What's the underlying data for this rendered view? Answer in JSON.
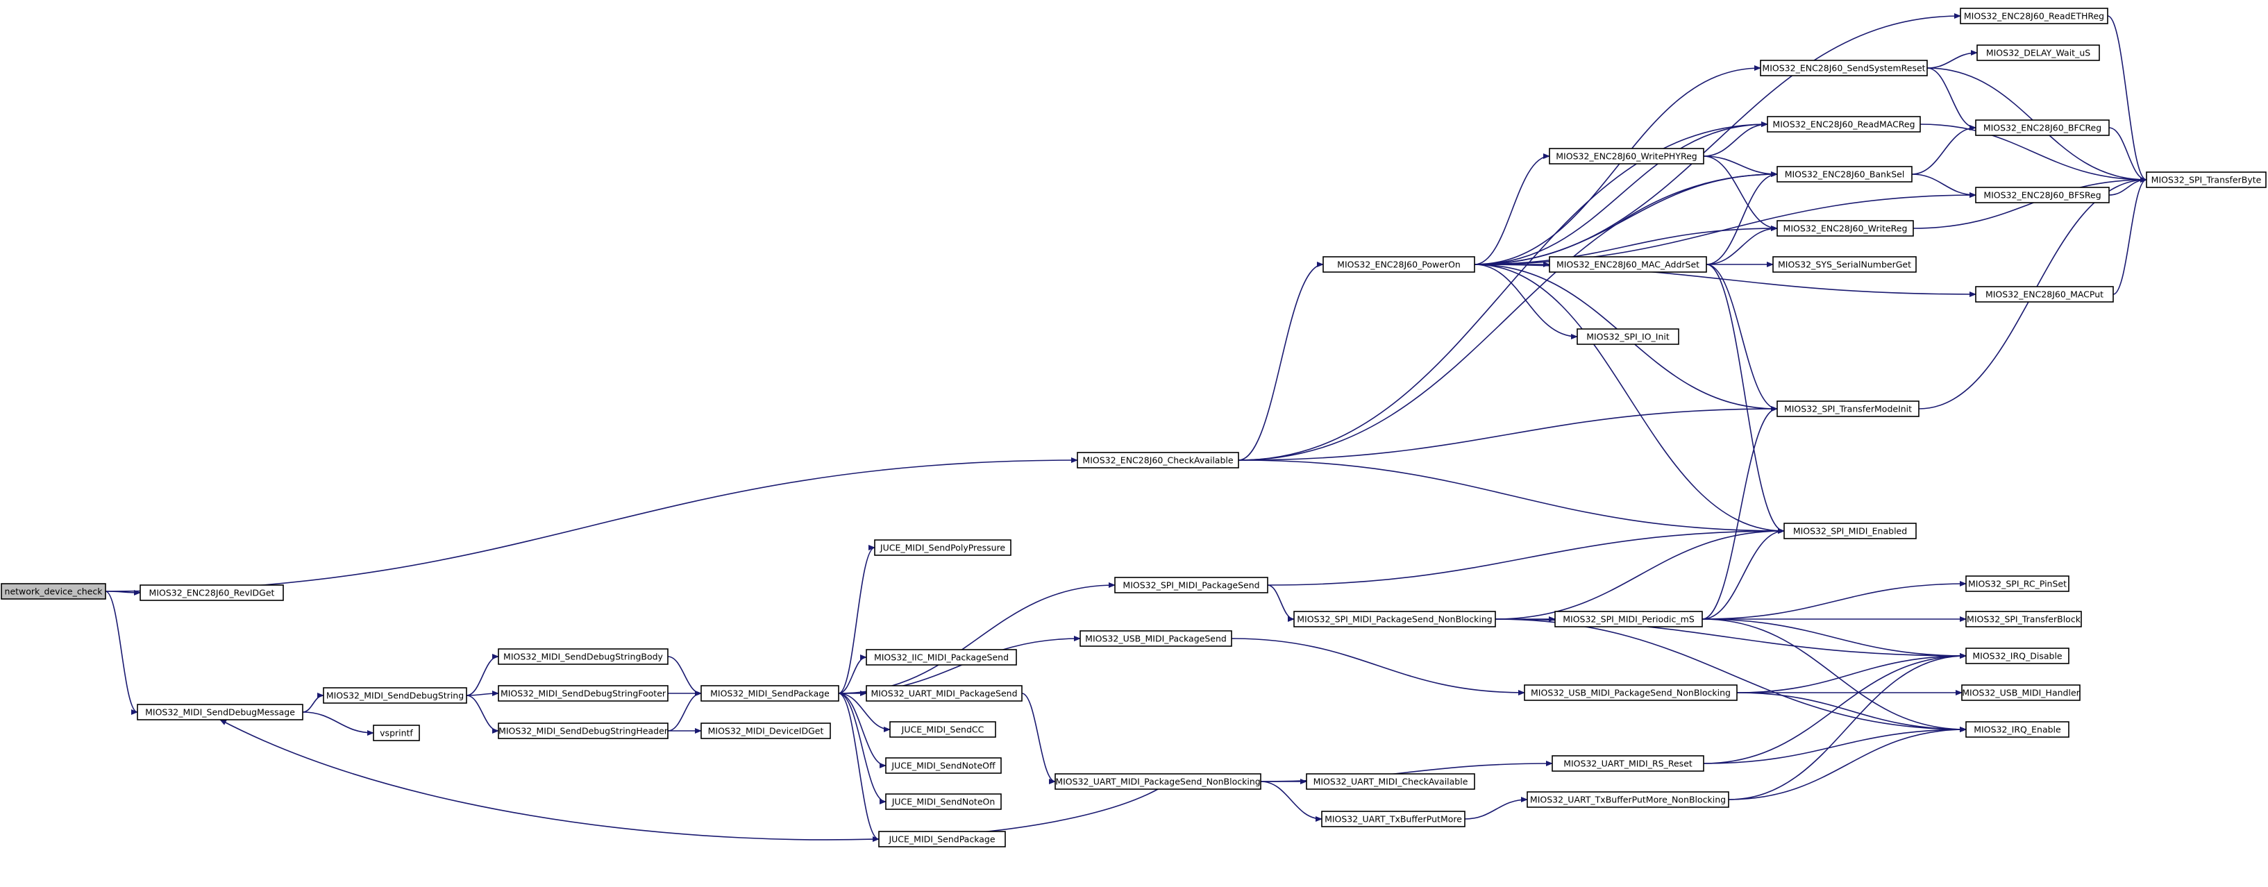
{
  "colors": {
    "edge": "#191970",
    "root_fill": "#bfbfbf",
    "node_fill": "#ffffff",
    "node_border": "#000000"
  },
  "nodes": {
    "network_device_check": "network_device_check",
    "rev_id_get": "MIOS32_ENC28J60_RevIDGet",
    "send_debug_message": "MIOS32_MIDI_SendDebugMessage",
    "send_debug_string": "MIOS32_MIDI_SendDebugString",
    "vsprintf": "vsprintf",
    "send_debug_string_body": "MIOS32_MIDI_SendDebugStringBody",
    "send_debug_string_footer": "MIOS32_MIDI_SendDebugStringFooter",
    "send_debug_string_header": "MIOS32_MIDI_SendDebugStringHeader",
    "send_package": "MIOS32_MIDI_SendPackage",
    "device_id_get": "MIOS32_MIDI_DeviceIDGet",
    "juce_poly_pressure": "JUCE_MIDI_SendPolyPressure",
    "spi_midi_package_send": "MIOS32_SPI_MIDI_PackageSend",
    "usb_midi_package_send": "MIOS32_USB_MIDI_PackageSend",
    "iic_midi_package_send": "MIOS32_IIC_MIDI_PackageSend",
    "uart_midi_package_send": "MIOS32_UART_MIDI_PackageSend",
    "juce_send_cc": "JUCE_MIDI_SendCC",
    "juce_send_note_off": "JUCE_MIDI_SendNoteOff",
    "juce_send_note_on": "JUCE_MIDI_SendNoteOn",
    "juce_send_package": "JUCE_MIDI_SendPackage",
    "check_available": "MIOS32_ENC28J60_CheckAvailable",
    "power_on": "MIOS32_ENC28J60_PowerOn",
    "spi_midi_package_send_nb": "MIOS32_SPI_MIDI_PackageSend_NonBlocking",
    "uart_midi_package_send_nb": "MIOS32_UART_MIDI_PackageSend_NonBlocking",
    "uart_midi_check_available": "MIOS32_UART_MIDI_CheckAvailable",
    "uart_tx_buffer_put_more": "MIOS32_UART_TxBufferPutMore",
    "write_phy_reg": "MIOS32_ENC28J60_WritePHYReg",
    "mac_addr_set": "MIOS32_ENC28J60_MAC_AddrSet",
    "spi_io_init": "MIOS32_SPI_IO_Init",
    "spi_midi_periodic": "MIOS32_SPI_MIDI_Periodic_mS",
    "usb_midi_package_send_nb": "MIOS32_USB_MIDI_PackageSend_NonBlocking",
    "uart_midi_rs_reset": "MIOS32_UART_MIDI_RS_Reset",
    "uart_tx_buffer_put_more_nb": "MIOS32_UART_TxBufferPutMore_NonBlocking",
    "read_eth_reg": "MIOS32_ENC28J60_ReadETHReg",
    "send_system_reset": "MIOS32_ENC28J60_SendSystemReset",
    "read_mac_reg": "MIOS32_ENC28J60_ReadMACReg",
    "bank_sel": "MIOS32_ENC28J60_BankSel",
    "write_reg": "MIOS32_ENC28J60_WriteReg",
    "sys_serial_number_get": "MIOS32_SYS_SerialNumberGet",
    "spi_transfer_mode_init": "MIOS32_SPI_TransferModeInit",
    "spi_midi_enabled": "MIOS32_SPI_MIDI_Enabled",
    "spi_rc_pin_set": "MIOS32_SPI_RC_PinSet",
    "spi_transfer_block": "MIOS32_SPI_TransferBlock",
    "irq_disable": "MIOS32_IRQ_Disable",
    "usb_midi_handler": "MIOS32_USB_MIDI_Handler",
    "irq_enable": "MIOS32_IRQ_Enable",
    "delay_wait_us": "MIOS32_DELAY_Wait_uS",
    "bfc_reg": "MIOS32_ENC28J60_BFCReg",
    "bfs_reg": "MIOS32_ENC28J60_BFSReg",
    "mac_put": "MIOS32_ENC28J60_MACPut",
    "spi_transfer_byte": "MIOS32_SPI_TransferByte"
  },
  "edges": [
    [
      "network_device_check",
      "rev_id_get"
    ],
    [
      "network_device_check",
      "check_available"
    ],
    [
      "network_device_check",
      "send_debug_message"
    ],
    [
      "send_debug_message",
      "send_debug_string"
    ],
    [
      "send_debug_message",
      "vsprintf"
    ],
    [
      "send_debug_string",
      "send_debug_string_body"
    ],
    [
      "send_debug_string",
      "send_debug_string_footer"
    ],
    [
      "send_debug_string",
      "send_debug_string_header"
    ],
    [
      "send_debug_string_body",
      "send_package"
    ],
    [
      "send_debug_string_footer",
      "send_package"
    ],
    [
      "send_debug_string_header",
      "send_package"
    ],
    [
      "send_debug_string_header",
      "device_id_get"
    ],
    [
      "send_package",
      "juce_poly_pressure"
    ],
    [
      "send_package",
      "spi_midi_package_send"
    ],
    [
      "send_package",
      "usb_midi_package_send"
    ],
    [
      "send_package",
      "iic_midi_package_send"
    ],
    [
      "send_package",
      "uart_midi_package_send"
    ],
    [
      "send_package",
      "juce_send_cc"
    ],
    [
      "send_package",
      "juce_send_note_off"
    ],
    [
      "send_package",
      "juce_send_note_on"
    ],
    [
      "send_package",
      "juce_send_package"
    ],
    [
      "spi_midi_package_send",
      "spi_midi_package_send_nb"
    ],
    [
      "spi_midi_package_send",
      "spi_midi_enabled"
    ],
    [
      "usb_midi_package_send",
      "usb_midi_package_send_nb"
    ],
    [
      "uart_midi_package_send",
      "uart_midi_package_send_nb"
    ],
    [
      "uart_midi_package_send_nb",
      "uart_midi_check_available"
    ],
    [
      "uart_midi_package_send_nb",
      "uart_tx_buffer_put_more"
    ],
    [
      "uart_midi_package_send_nb",
      "uart_midi_rs_reset"
    ],
    [
      "uart_midi_package_send_nb",
      "send_debug_message"
    ],
    [
      "uart_tx_buffer_put_more",
      "uart_tx_buffer_put_more_nb"
    ],
    [
      "uart_midi_rs_reset",
      "irq_disable"
    ],
    [
      "uart_midi_rs_reset",
      "irq_enable"
    ],
    [
      "uart_tx_buffer_put_more_nb",
      "irq_disable"
    ],
    [
      "uart_tx_buffer_put_more_nb",
      "irq_enable"
    ],
    [
      "check_available",
      "power_on"
    ],
    [
      "check_available",
      "read_mac_reg"
    ],
    [
      "check_available",
      "bank_sel"
    ],
    [
      "check_available",
      "spi_transfer_mode_init"
    ],
    [
      "check_available",
      "spi_midi_enabled"
    ],
    [
      "power_on",
      "read_eth_reg"
    ],
    [
      "power_on",
      "send_system_reset"
    ],
    [
      "power_on",
      "read_mac_reg"
    ],
    [
      "power_on",
      "write_phy_reg"
    ],
    [
      "power_on",
      "bank_sel"
    ],
    [
      "power_on",
      "write_reg"
    ],
    [
      "power_on",
      "mac_addr_set"
    ],
    [
      "power_on",
      "bfs_reg"
    ],
    [
      "power_on",
      "mac_put"
    ],
    [
      "power_on",
      "spi_io_init"
    ],
    [
      "power_on",
      "spi_transfer_mode_init"
    ],
    [
      "power_on",
      "spi_midi_enabled"
    ],
    [
      "write_phy_reg",
      "read_mac_reg"
    ],
    [
      "write_phy_reg",
      "bank_sel"
    ],
    [
      "write_phy_reg",
      "write_reg"
    ],
    [
      "mac_addr_set",
      "bank_sel"
    ],
    [
      "mac_addr_set",
      "write_reg"
    ],
    [
      "mac_addr_set",
      "sys_serial_number_get"
    ],
    [
      "mac_addr_set",
      "spi_transfer_mode_init"
    ],
    [
      "mac_addr_set",
      "spi_midi_enabled"
    ],
    [
      "send_system_reset",
      "delay_wait_us"
    ],
    [
      "send_system_reset",
      "bfc_reg"
    ],
    [
      "send_system_reset",
      "spi_transfer_byte"
    ],
    [
      "read_eth_reg",
      "spi_transfer_byte"
    ],
    [
      "read_mac_reg",
      "spi_transfer_byte"
    ],
    [
      "bank_sel",
      "bfc_reg"
    ],
    [
      "bank_sel",
      "bfs_reg"
    ],
    [
      "bfc_reg",
      "spi_transfer_byte"
    ],
    [
      "bfs_reg",
      "spi_transfer_byte"
    ],
    [
      "write_reg",
      "spi_transfer_byte"
    ],
    [
      "mac_put",
      "spi_transfer_byte"
    ],
    [
      "spi_transfer_mode_init",
      "spi_transfer_byte"
    ],
    [
      "spi_midi_package_send_nb",
      "spi_midi_periodic"
    ],
    [
      "spi_midi_package_send_nb",
      "spi_midi_enabled"
    ],
    [
      "spi_midi_package_send_nb",
      "irq_disable"
    ],
    [
      "spi_midi_package_send_nb",
      "irq_enable"
    ],
    [
      "spi_midi_periodic",
      "spi_midi_enabled"
    ],
    [
      "spi_midi_periodic",
      "spi_rc_pin_set"
    ],
    [
      "spi_midi_periodic",
      "spi_transfer_block"
    ],
    [
      "spi_midi_periodic",
      "irq_disable"
    ],
    [
      "spi_midi_periodic",
      "irq_enable"
    ],
    [
      "spi_midi_periodic",
      "spi_transfer_mode_init"
    ],
    [
      "usb_midi_package_send_nb",
      "irq_disable"
    ],
    [
      "usb_midi_package_send_nb",
      "usb_midi_handler"
    ],
    [
      "usb_midi_package_send_nb",
      "irq_enable"
    ]
  ]
}
